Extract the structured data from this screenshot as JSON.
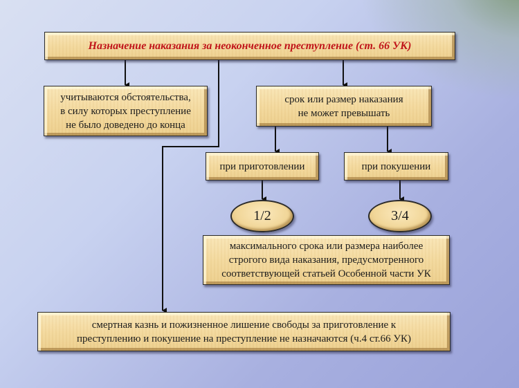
{
  "diagram": {
    "title": "Назначение наказания за неоконченное преступление (ст. 66 УК)",
    "left_box": "учитываются обстоятельства,\nв силу которых преступление\nне было доведено до конца",
    "right_box": "срок или размер наказания\nне может превышать",
    "preparation_box": "при приготовлении",
    "attempt_box": "при покушении",
    "preparation_fraction": "1/2",
    "attempt_fraction": "3/4",
    "max_term_box": "максимального срока или размера наиболее\nстрогого вида наказания, предусмотренного\nсоответствующей статьей Особенной части УК",
    "bottom_box": "смертная казнь и пожизненное лишение свободы за приготовление к\nпреступлению и покушение на преступление не назначаются (ч.4 ст.66 УК)"
  },
  "colors": {
    "title_text": "#c0141a",
    "box_fill": "#f3d99e",
    "connector": "#111111"
  }
}
